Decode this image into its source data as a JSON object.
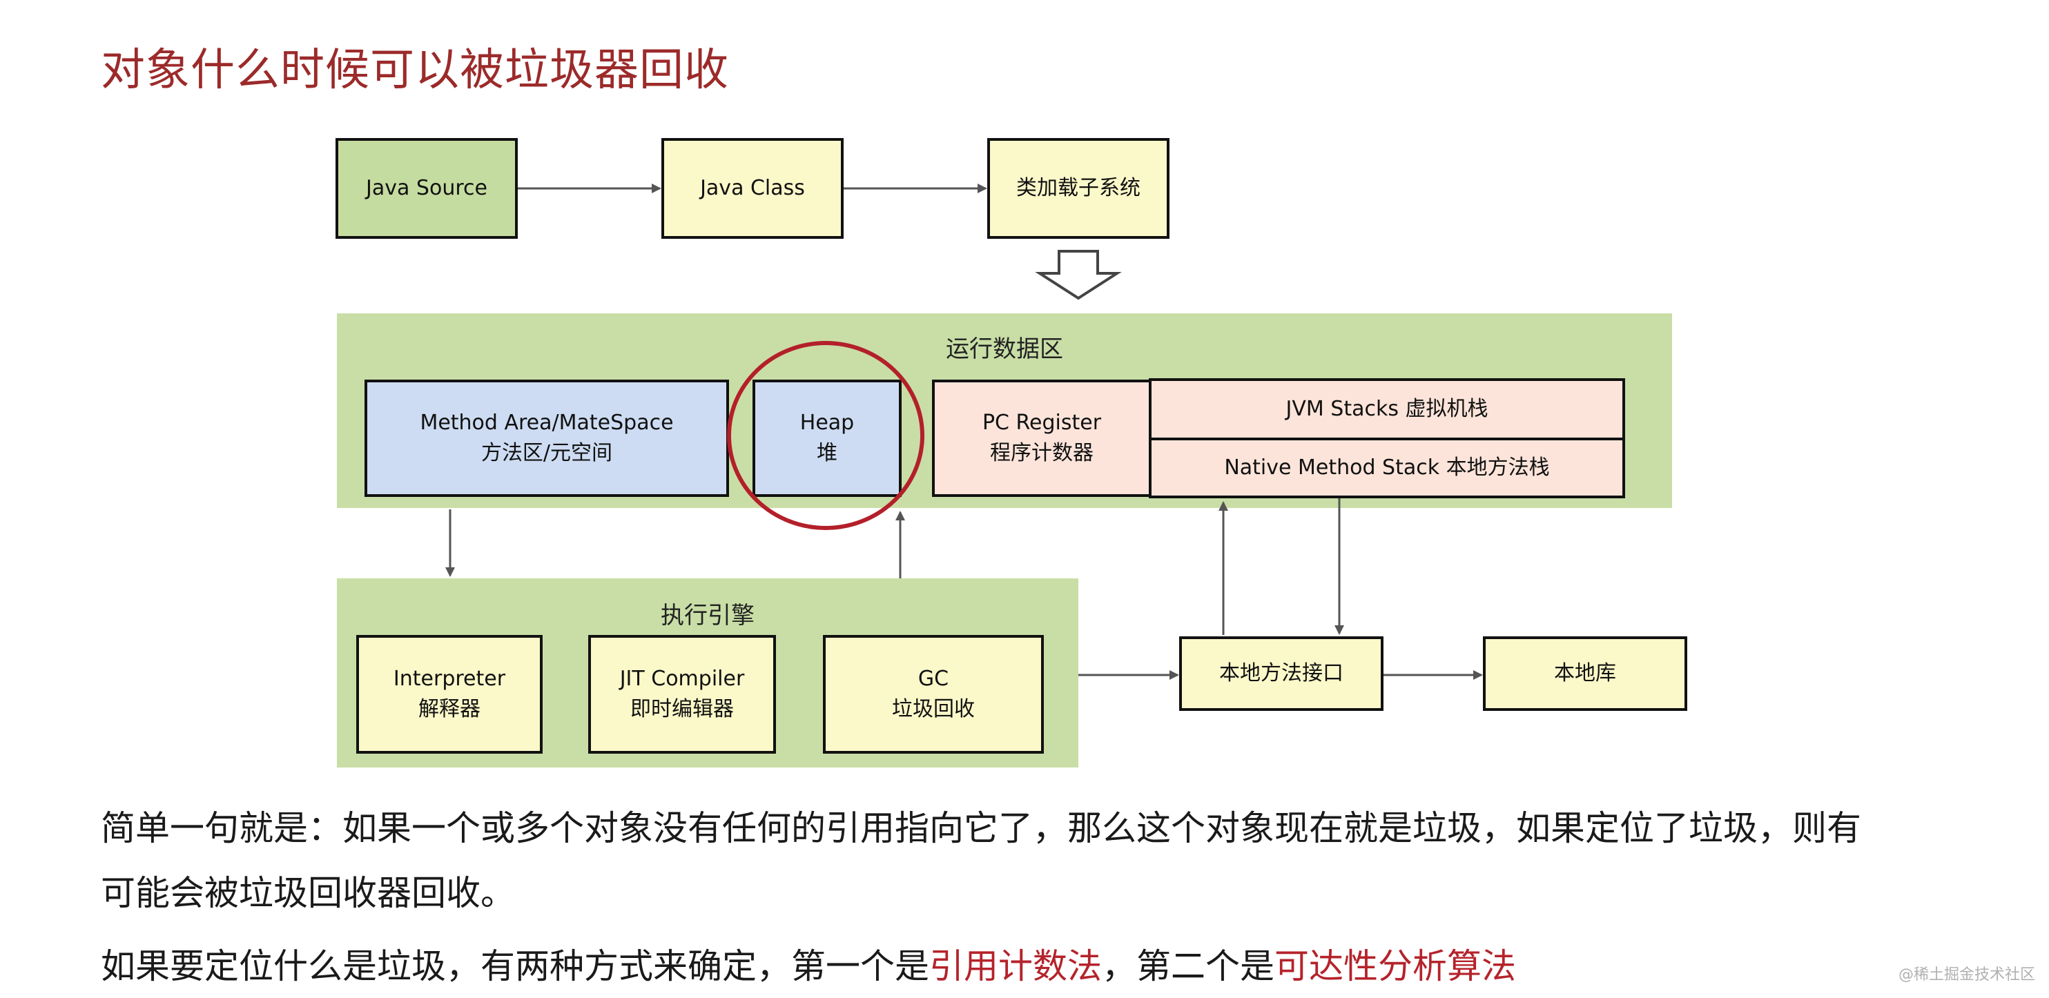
{
  "title": "对象什么时候可以被垃圾器回收",
  "diagram": {
    "java_source": "Java Source",
    "java_class": "Java Class",
    "class_loader": "类加载子系统",
    "runtime_area": {
      "label": "运行数据区",
      "method_area_en": "Method Area/MateSpace",
      "method_area_zh": "方法区/元空间",
      "heap_en": "Heap",
      "heap_zh": "堆",
      "pc_register_en": "PC Register",
      "pc_register_zh": "程序计数器",
      "jvm_stacks": "JVM Stacks 虚拟机栈",
      "native_method_stack": "Native Method Stack 本地方法栈"
    },
    "execution_engine": {
      "label": "执行引擎",
      "interpreter_en": "Interpreter",
      "interpreter_zh": "解释器",
      "jit_en": "JIT Compiler",
      "jit_zh": "即时编辑器",
      "gc_en": "GC",
      "gc_zh": "垃圾回收"
    },
    "native_interface": "本地方法接口",
    "native_library": "本地库"
  },
  "text": {
    "line1": "简单一句就是：如果一个或多个对象没有任何的引用指向它了，那么这个对象现在就是垃圾，如果定位了垃圾，则有",
    "line2": "可能会被垃圾回收器回收。",
    "line3_a": "如果要定位什么是垃圾，有两种方式来确定，第一个是",
    "line3_h1": "引用计数法",
    "line3_b": "，第二个是",
    "line3_h2": "可达性分析算法"
  },
  "watermark": "@稀土掘金技术社区",
  "colors": {
    "title": "#9c2a2a",
    "highlight": "#b5232b",
    "zone": "#c9dea6",
    "heap_circle": "#b3202a"
  }
}
